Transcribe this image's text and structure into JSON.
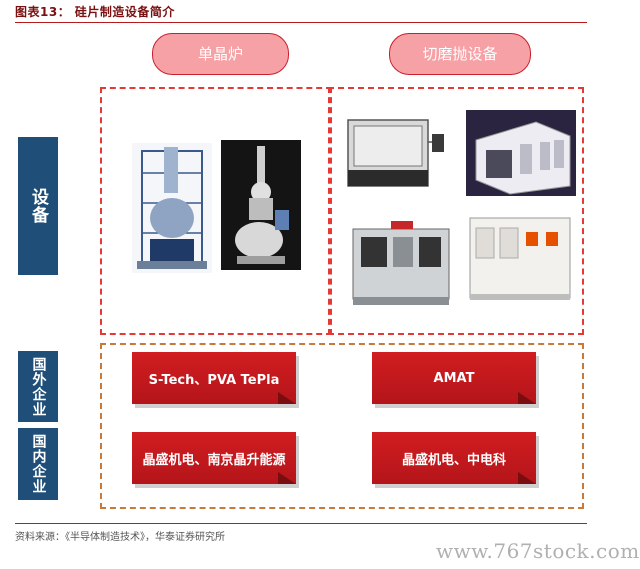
{
  "header": {
    "title": "图表13： 硅片制造设备简介"
  },
  "categories": {
    "left": "单晶炉",
    "right": "切磨抛设备"
  },
  "side_labels": {
    "equipment": "设备",
    "foreign": "国外企业",
    "domestic": "国内企业"
  },
  "companies": {
    "foreign_left": "S-Tech、PVA TePla",
    "foreign_right": "AMAT",
    "domestic_left": "晶盛机电、南京晶升能源",
    "domestic_right": "晶盛机电、中电科"
  },
  "footer": {
    "source": "资料来源：《半导体制造技术》，华泰证券研究所",
    "watermark": "www.767stock.com"
  },
  "colors": {
    "accent_red": "#d11d20",
    "navy": "#1f4e79",
    "pill_fill": "#f6a1a5"
  }
}
